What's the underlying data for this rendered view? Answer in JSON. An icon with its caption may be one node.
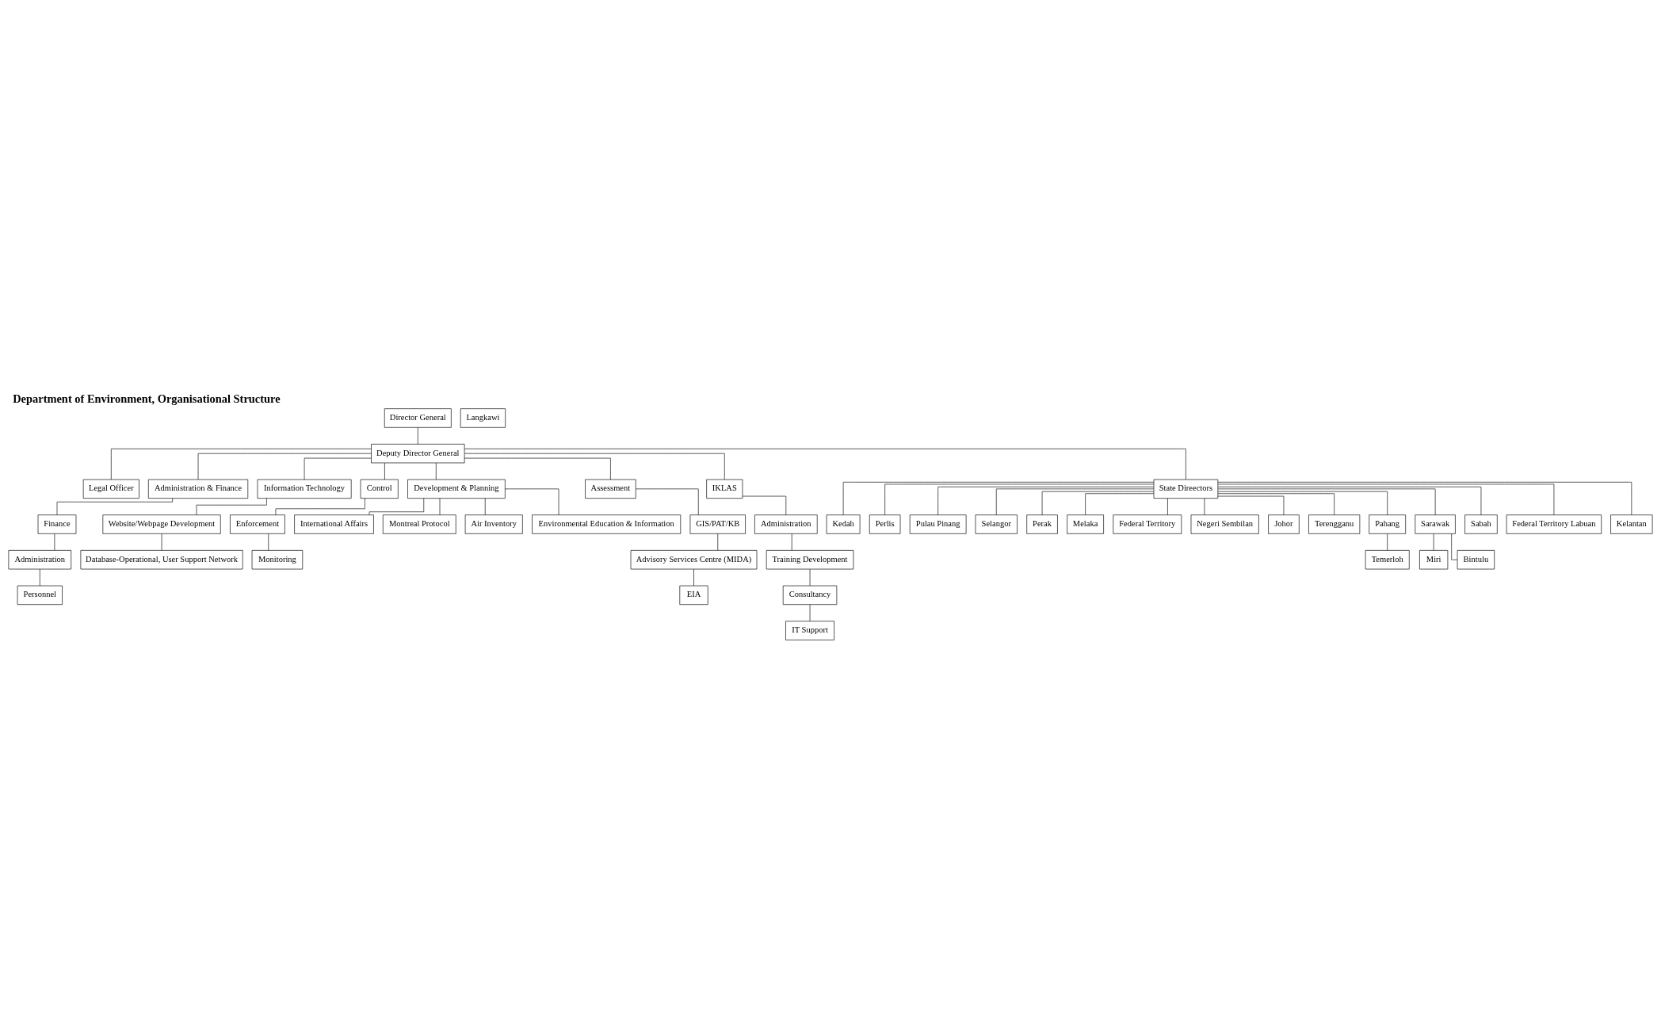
{
  "diagram": {
    "title": "Department of Environment, Organisational Structure",
    "nodes": [
      {
        "text": [
          "Director General"
        ]
      },
      {
        "text": [
          "Deputy Director General"
        ]
      },
      {
        "text": [
          "Legal Officer"
        ]
      },
      {
        "text": [
          "Administration & Finance"
        ]
      },
      {
        "text": [
          "Information Technology"
        ]
      },
      {
        "text": [
          "Control"
        ]
      },
      {
        "text": [
          "Development & Planning"
        ]
      },
      {
        "text": [
          "Assessment"
        ]
      },
      {
        "text": [
          "IKLAS"
        ]
      },
      {
        "text": [
          "Finance"
        ]
      },
      {
        "text": [
          "Administration"
        ]
      },
      {
        "text": [
          "Personnel"
        ]
      },
      {
        "text": [
          "Website/Webpage Development"
        ]
      },
      {
        "text": [
          "Database-Operational, User Support Network"
        ]
      },
      {
        "text": [
          "Enforcement"
        ]
      },
      {
        "text": [
          "Monitoring"
        ]
      },
      {
        "text": [
          "International Affairs"
        ]
      },
      {
        "text": [
          "Montreal Protocol"
        ]
      },
      {
        "text": [
          "Air Inventory"
        ]
      },
      {
        "text": [
          "Environmental Education & Information"
        ]
      },
      {
        "text": [
          "GIS/PAT/KB"
        ]
      },
      {
        "text": [
          "Advisory Services Centre (MIDA)"
        ]
      },
      {
        "text": [
          "EIA"
        ]
      },
      {
        "text": [
          "Administration"
        ]
      },
      {
        "text": [
          "Training Development"
        ]
      },
      {
        "text": [
          "Consultancy"
        ]
      },
      {
        "text": [
          "IT Support"
        ]
      },
      {
        "text": [
          "State Direectors"
        ]
      },
      {
        "text": [
          "Kedah"
        ]
      },
      {
        "text": [
          "Perlis"
        ]
      },
      {
        "text": [
          "Pulau Pinang"
        ]
      },
      {
        "text": [
          "Selangor"
        ]
      },
      {
        "text": [
          "Perak"
        ]
      },
      {
        "text": [
          "Melaka"
        ]
      },
      {
        "text": [
          "Federal Territory"
        ]
      },
      {
        "text": [
          "Negeri Sembilan"
        ]
      },
      {
        "text": [
          "Johor"
        ]
      },
      {
        "text": [
          "Terengganu"
        ]
      },
      {
        "text": [
          "Pahang"
        ]
      },
      {
        "text": [
          "Langkawi"
        ]
      },
      {
        "text": [
          "Sarawak"
        ]
      },
      {
        "text": [
          "Sabah"
        ]
      },
      {
        "text": [
          "Federal Territory Labuan"
        ]
      },
      {
        "text": [
          "Kelantan"
        ]
      },
      {
        "text": [
          "Temerloh"
        ]
      },
      {
        "text": [
          "Miri"
        ]
      },
      {
        "text": [
          "Bintulu"
        ]
      }
    ],
    "edges": [
      {
        "from": 0,
        "to": 1,
        "arrow": "none"
      },
      {
        "from": 1,
        "to": 2,
        "arrow": "none"
      },
      {
        "from": 1,
        "to": 3,
        "arrow": "none"
      },
      {
        "from": 1,
        "to": 4,
        "arrow": "none"
      },
      {
        "from": 1,
        "to": 27,
        "arrow": "none"
      },
      {
        "from": 1,
        "to": 5,
        "arrow": "none"
      },
      {
        "from": 1,
        "to": 6,
        "arrow": "none"
      },
      {
        "from": 1,
        "to": 7,
        "arrow": "none"
      },
      {
        "from": 1,
        "to": 8,
        "arrow": "none"
      },
      {
        "from": 3,
        "to": 9,
        "arrow": "none"
      },
      {
        "from": 9,
        "to": 10,
        "arrow": "none"
      },
      {
        "from": 10,
        "to": 11,
        "arrow": "none"
      },
      {
        "from": 4,
        "to": 12,
        "arrow": "none"
      },
      {
        "from": 12,
        "to": 13,
        "arrow": "none"
      },
      {
        "from": 5,
        "to": 14,
        "arrow": "none"
      },
      {
        "from": 14,
        "to": 15,
        "arrow": "none"
      },
      {
        "from": 6,
        "to": 16,
        "arrow": "none"
      },
      {
        "from": 6,
        "to": 17,
        "arrow": "none"
      },
      {
        "from": 6,
        "to": 18,
        "arrow": "none"
      },
      {
        "from": 6,
        "to": 19,
        "arrow": "none"
      },
      {
        "from": 7,
        "to": 20,
        "arrow": "none"
      },
      {
        "from": 20,
        "to": 21,
        "arrow": "none"
      },
      {
        "from": 21,
        "to": 22,
        "arrow": "none"
      },
      {
        "from": 8,
        "to": 23,
        "arrow": "none"
      },
      {
        "from": 23,
        "to": 24,
        "arrow": "none"
      },
      {
        "from": 24,
        "to": 25,
        "arrow": "none"
      },
      {
        "from": 25,
        "to": 26,
        "arrow": "none"
      },
      {
        "from": 27,
        "to": 28,
        "arrow": "none"
      },
      {
        "from": 27,
        "to": 29,
        "arrow": "none"
      },
      {
        "from": 27,
        "to": 40,
        "arrow": "none"
      },
      {
        "from": 27,
        "to": 30,
        "arrow": "none"
      },
      {
        "from": 27,
        "to": 31,
        "arrow": "none"
      },
      {
        "from": 27,
        "to": 41,
        "arrow": "none"
      },
      {
        "from": 27,
        "to": 32,
        "arrow": "none"
      },
      {
        "from": 27,
        "to": 42,
        "arrow": "none"
      },
      {
        "from": 27,
        "to": 33,
        "arrow": "none"
      },
      {
        "from": 27,
        "to": 34,
        "arrow": "none"
      },
      {
        "from": 27,
        "to": 35,
        "arrow": "none"
      },
      {
        "from": 27,
        "to": 36,
        "arrow": "none"
      },
      {
        "from": 27,
        "to": 43,
        "arrow": "none"
      },
      {
        "from": 27,
        "to": 37,
        "arrow": "none"
      },
      {
        "from": 27,
        "to": 38,
        "arrow": "none"
      },
      {
        "from": 38,
        "to": 44,
        "arrow": "none"
      },
      {
        "from": 40,
        "to": 45,
        "arrow": "none"
      },
      {
        "from": 40,
        "to": 46,
        "arrow": "none"
      }
    ]
  }
}
